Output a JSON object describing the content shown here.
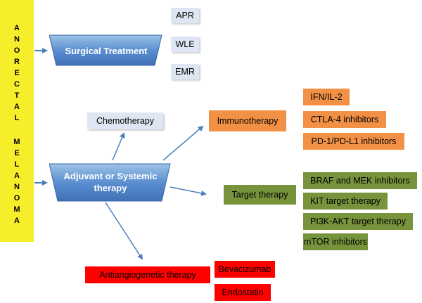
{
  "sidebar": {
    "lines": [
      [
        "A",
        "N",
        "O",
        "R",
        "E",
        "C",
        "T",
        "A",
        "L"
      ],
      [
        "M",
        "E",
        "L",
        "A",
        "N",
        "O",
        "M",
        "A"
      ]
    ]
  },
  "surgical": {
    "label": "Surgical Treatment",
    "options": [
      "APR",
      "WLE",
      "EMR"
    ]
  },
  "adjuvant": {
    "label_line1": "Adjuvant or Systemic",
    "label_line2": "therapy"
  },
  "chemotherapy": {
    "label": "Chemotherapy"
  },
  "immunotherapy": {
    "label": "Immunotherapy",
    "options": [
      "IFN/IL-2",
      "CTLA-4 inhibitors",
      "PD-1/PD-L1 inhibitors"
    ]
  },
  "target": {
    "label": "Target therapy",
    "options": [
      "BRAF and MEK inhibitors",
      "KIT target therapy",
      "PI3K-AKT target therapy",
      "mTOR inhibitors"
    ]
  },
  "antiangio": {
    "label": "Antiangiogenetic therapy",
    "options": [
      "Bevacizumab",
      "Endostatin"
    ]
  },
  "colors": {
    "sidebar": "#f7ee2b",
    "blue_node": "#4f81bd",
    "light_blue": "#dde6f2",
    "orange": "#f29146",
    "green": "#77933c",
    "red": "#ff0000",
    "arrow": "#4a7ebb"
  }
}
